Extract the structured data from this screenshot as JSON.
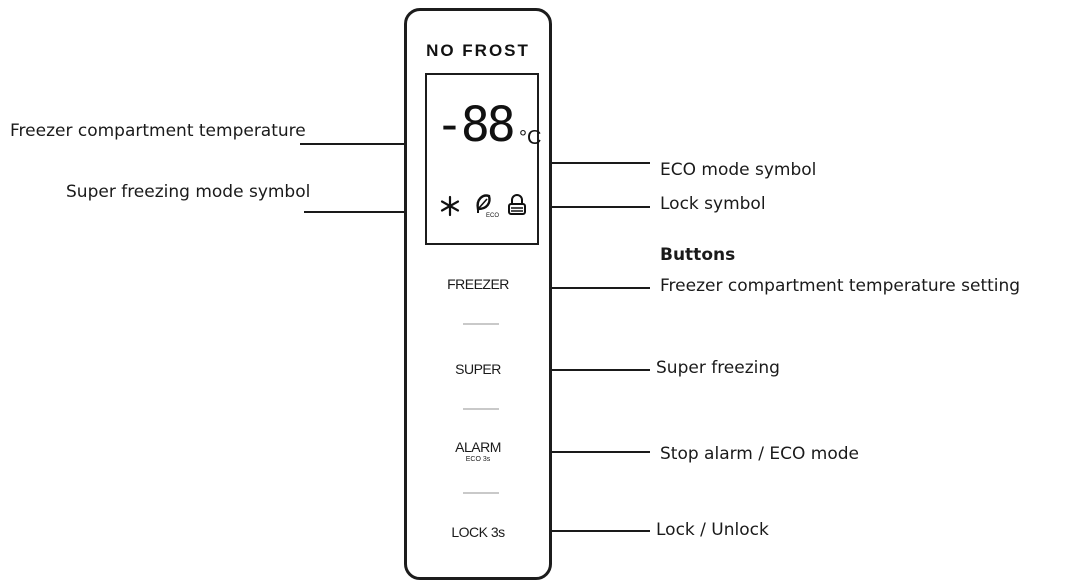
{
  "panel": {
    "brand": "NO FROST",
    "display": {
      "temperature": "-88",
      "unit": "°C",
      "symbols": [
        "snowflake-icon",
        "eco-leaf-icon",
        "lock-icon"
      ]
    },
    "buttons": [
      {
        "label": "FREEZER",
        "sublabel": ""
      },
      {
        "label": "SUPER",
        "sublabel": ""
      },
      {
        "label": "ALARM",
        "sublabel": "ECO 3s"
      },
      {
        "label": "LOCK 3s",
        "sublabel": ""
      }
    ]
  },
  "callouts": {
    "freezer_temp": "Freezer compartment temperature",
    "super_symbol": "Super freezing mode symbol",
    "eco_symbol": "ECO mode symbol",
    "lock_symbol": "Lock symbol",
    "buttons_heading": "Buttons",
    "freezer_setting": "Freezer compartment temperature setting",
    "super_freezing": "Super freezing",
    "stop_alarm": "Stop alarm / ECO mode",
    "lock_unlock": "Lock / Unlock"
  }
}
